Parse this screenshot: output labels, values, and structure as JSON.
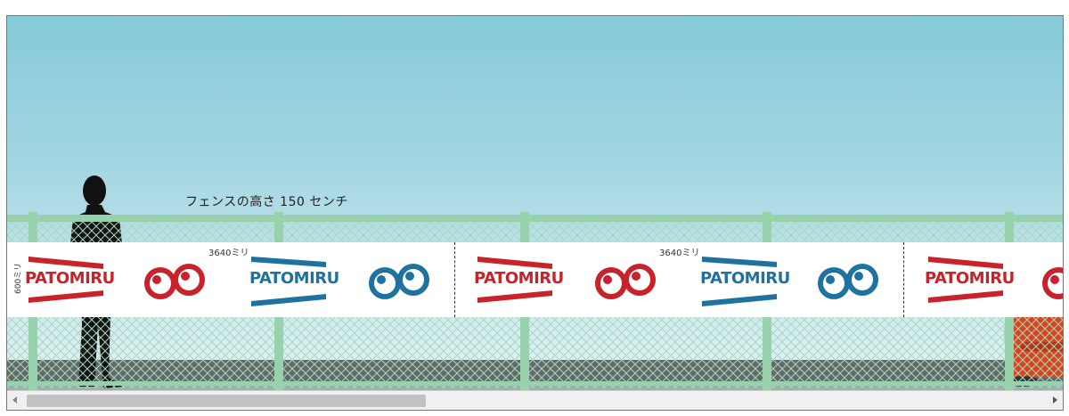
{
  "scene": {
    "height_label": "フェンスの高さ 150 センチ",
    "banner_height_label": "600ミリ",
    "segment_length_labels": [
      "3640ミリ",
      "3640ミリ"
    ],
    "brand_text": "PATOMIRU",
    "brand_colors": {
      "red": "#c8222b",
      "blue": "#1e72a0"
    },
    "fence_color": "#97d2ad"
  },
  "scrollbar": {
    "left_arrow_icon": "triangle-left-icon",
    "right_arrow_icon": "triangle-right-icon"
  }
}
